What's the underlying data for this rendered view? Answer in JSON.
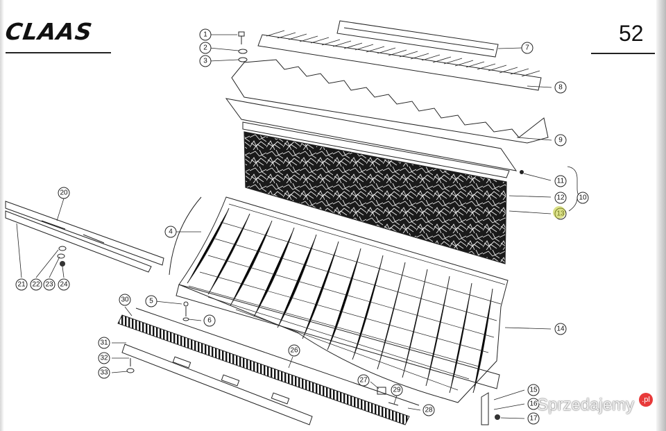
{
  "header": {
    "brand": "CLAAS",
    "page_number": "52"
  },
  "callouts": [
    "1",
    "2",
    "3",
    "4",
    "5",
    "6",
    "7",
    "8",
    "9",
    "10",
    "11",
    "12",
    "13",
    "14",
    "15",
    "16",
    "17",
    "20",
    "21",
    "22",
    "23",
    "24",
    "26",
    "27",
    "28",
    "29",
    "30",
    "31",
    "32",
    "33"
  ],
  "watermark": {
    "text": "Sprzedajemy",
    "badge": ".pl"
  },
  "colors": {
    "ink": "#222222",
    "paper": "#ffffff",
    "watermark_badge": "#e83a3a"
  }
}
